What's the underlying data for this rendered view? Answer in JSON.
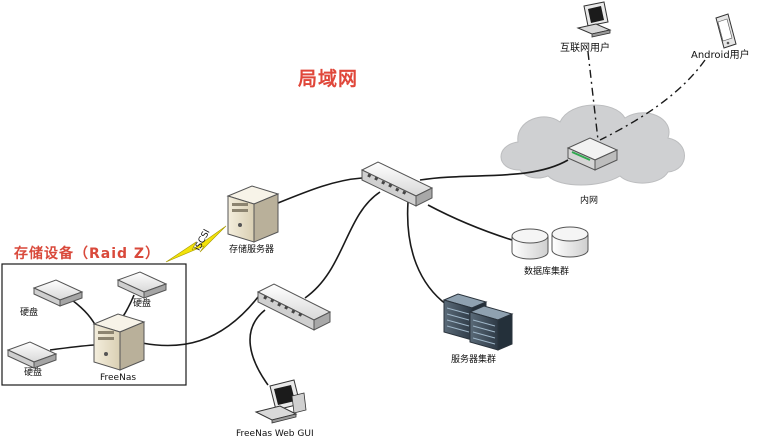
{
  "title": "局域网",
  "storage_group_title": "存储设备（Raid Z）",
  "labels": {
    "internet_user": "互联网用户",
    "android_user": "Android用户",
    "intranet": "内网",
    "storage_server": "存储服务器",
    "iscsi": "iSCSI",
    "database_cluster": "数据库集群",
    "server_cluster": "服务器集群",
    "freenas": "FreeNas",
    "disk": "硬盘",
    "freenas_web_gui": "FreeNas Web GUI"
  },
  "colors": {
    "title_red": "#e0473a",
    "cloud_gray": "#cfd0d2",
    "line": "#1a1a1a",
    "lightning": "#f2e20a"
  }
}
